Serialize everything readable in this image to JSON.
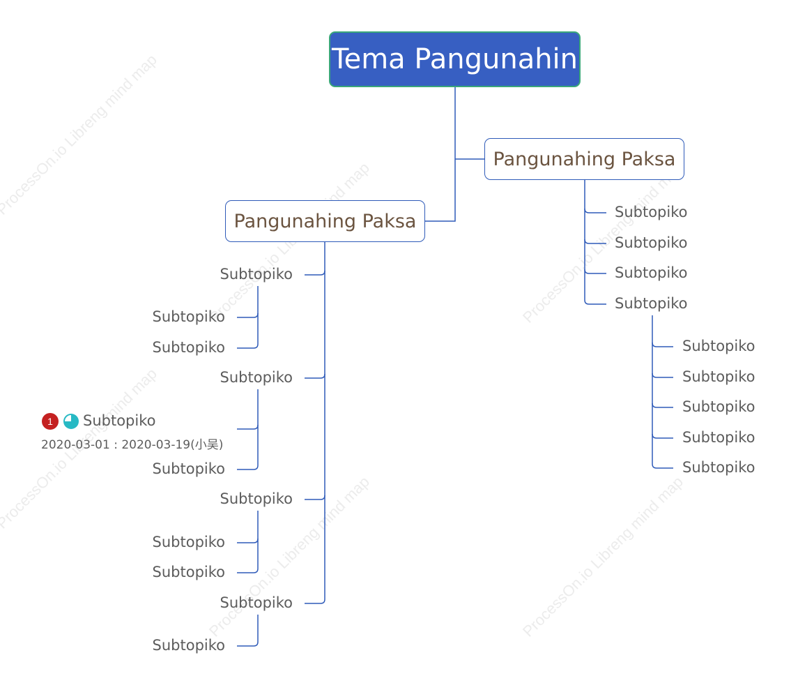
{
  "colors": {
    "root_fill": "#375fc2",
    "root_border": "#3aa77a",
    "line": "#2e5ab8",
    "main_text": "#6b5440",
    "sub_text": "#5c5c5c",
    "date_text": "#5c5c5c",
    "priority_badge": "#c42121",
    "progress": "#27b9c4"
  },
  "watermark": "ProcessOn.io Libreng mind map",
  "root": {
    "label": "Tema Pangunahin"
  },
  "branches": [
    {
      "label": "Pangunahing Paksa",
      "children": [
        {
          "label": "Subtopiko",
          "children": [
            {
              "label": "Subtopiko"
            },
            {
              "label": "Subtopiko"
            }
          ]
        },
        {
          "label": "Subtopiko",
          "children": [
            {
              "label": "Subtopiko",
              "priority": "1",
              "progress_icon": "progress-quarter-icon",
              "progress": 0.75,
              "note": "2020-03-01 : 2020-03-19(小吴)"
            },
            {
              "label": "Subtopiko"
            }
          ]
        },
        {
          "label": "Subtopiko",
          "children": [
            {
              "label": "Subtopiko"
            },
            {
              "label": "Subtopiko"
            }
          ]
        },
        {
          "label": "Subtopiko",
          "children": [
            {
              "label": "Subtopiko"
            }
          ]
        }
      ]
    },
    {
      "label": "Pangunahing Paksa",
      "children": [
        {
          "label": "Subtopiko"
        },
        {
          "label": "Subtopiko"
        },
        {
          "label": "Subtopiko"
        },
        {
          "label": "Subtopiko",
          "children": [
            {
              "label": "Subtopiko"
            },
            {
              "label": "Subtopiko"
            },
            {
              "label": "Subtopiko"
            },
            {
              "label": "Subtopiko"
            },
            {
              "label": "Subtopiko"
            }
          ]
        }
      ]
    }
  ]
}
